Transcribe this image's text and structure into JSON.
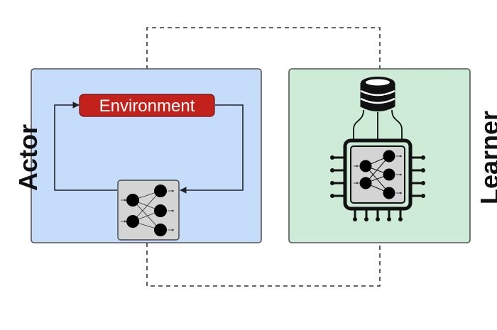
{
  "labels": {
    "actor": "Actor",
    "learner": "Learner",
    "environment": "Environment"
  },
  "colors": {
    "actor_fill": "#c6dcfb",
    "learner_fill": "#cdebd6",
    "environment_fill": "#c3211b",
    "chip_fill": "#d4d4d4",
    "node_fill": "#000000",
    "line": "#222222"
  },
  "icons": {
    "database": "database-icon",
    "processor": "cpu-chip-icon",
    "policy_network": "neural-network-icon"
  }
}
